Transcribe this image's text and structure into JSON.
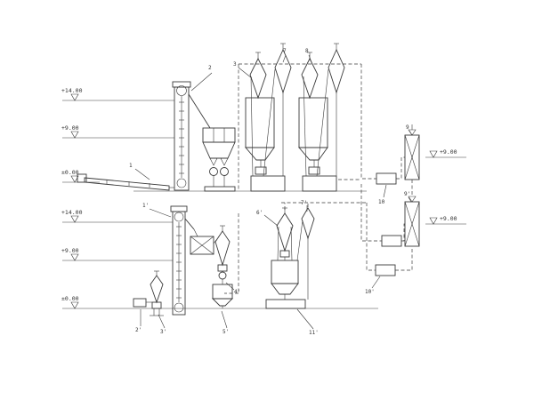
{
  "colors": {
    "line": "#3a3a3a",
    "background": "#ffffff",
    "text": "#333333"
  },
  "elevation_markers": {
    "left": [
      {
        "label": "+14.00"
      },
      {
        "label": "+9.00"
      },
      {
        "label": "±0.00"
      },
      {
        "label": "+14.00"
      },
      {
        "label": "+9.00"
      },
      {
        "label": "±0.00"
      }
    ],
    "right": [
      {
        "label": "+9.00"
      },
      {
        "label": "+9.00"
      }
    ]
  },
  "equipment_labels": {
    "intake": "1",
    "elevator": "2",
    "cyclone3": "3",
    "cyclone7": "7",
    "cyclone8": "8",
    "separator9": "9",
    "separator9p": "9'",
    "fan10": "10",
    "fan10p": "10'",
    "elevator1p": "1'",
    "unit2p": "2'",
    "unit3p": "3'",
    "valve4p": "4'",
    "bin5p": "5'",
    "cyclone6p": "6'",
    "cyclone7p": "7'",
    "packer11p": "11'"
  }
}
